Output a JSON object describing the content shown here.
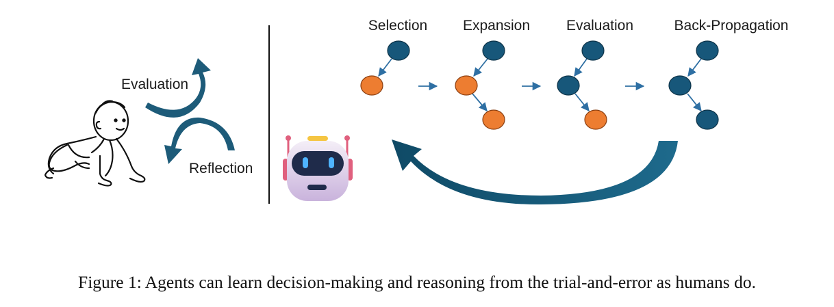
{
  "human_side": {
    "evaluation_label": "Evaluation",
    "reflection_label": "Reflection"
  },
  "stages": [
    {
      "label": "Selection"
    },
    {
      "label": "Expansion"
    },
    {
      "label": "Evaluation"
    },
    {
      "label": "Back-Propagation"
    }
  ],
  "caption": "Figure 1: Agents can learn decision-making and reasoning from the trial-and-error as humans do.",
  "colors": {
    "node_blue": "#17577a",
    "node_orange": "#ed7d31",
    "arrow_teal": "#1d5b79",
    "edge_blue": "#2e6fa3"
  },
  "icons": [
    "crawling-baby-icon",
    "robot-icon",
    "cycle-arrows-icon",
    "feedback-arrow-icon"
  ]
}
